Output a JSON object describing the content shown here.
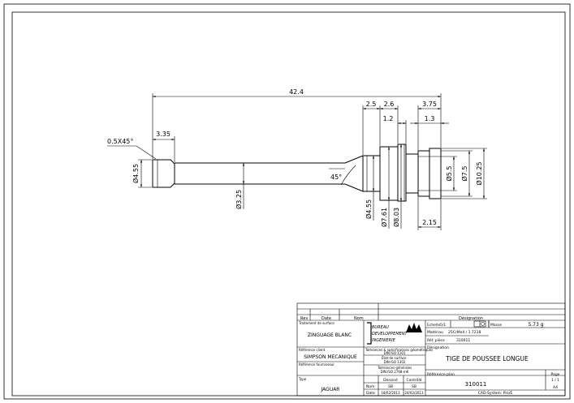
{
  "drawing": {
    "dimensions": {
      "overall_length": "42.4",
      "chamfer_note": "0.5X45°",
      "end_length": "3.35",
      "left_dia": "Ø4.55",
      "shaft_dia": "Ø3.25",
      "cone_angle": "45°",
      "neck_dia": "Ø4.55",
      "d_2_5": "2.5",
      "d_2_6": "2.6",
      "d_3_75": "3.75",
      "d_1_2": "1.2",
      "d_1_3": "1.3",
      "collar_dia_a": "Ø7.61",
      "collar_dia_b": "Ø8.03",
      "head_dia_a": "Ø5.5",
      "head_dia_b": "Ø7.5",
      "head_dia_c": "Ø10.25",
      "d_2_15": "2.15"
    }
  },
  "title_block": {
    "rev_headers": {
      "rev": "Rev",
      "date": "Date",
      "nom": "Nom"
    },
    "designation_header": "Désignation",
    "traitement_label": "Traitement de surface",
    "traitement_value": "ZINGUAGE BLANC",
    "logo_lines": [
      "BUREAU",
      "DEVELOPPEMENT",
      "INGENIERIE"
    ],
    "echelle_label": "Echelle",
    "echelle_value": "5/1",
    "masse_label": "Masse",
    "masse_value": "5.73 g",
    "matiere_label": "Matériau",
    "matiere_value": "25CrMo4 / 1.7218",
    "ref_label": "Réf. pièce",
    "ref_value": "310011",
    "tol_geo_label": "Tolérances & spécifications géométriques",
    "tol_geo_value": "DIN ISO 1101",
    "etat_surface_label": "État de surface",
    "etat_surface_value": "DIN ISO 1302",
    "tol_gen_label": "Tolérances générales",
    "tol_gen_value": "DIN ISO 2768-mK",
    "ref_client_label": "Référence client",
    "ref_client_value": "SIMPSON MECANIQUE",
    "ref_fournisseur_label": "Référence fournisseur",
    "designation_label": "Désignation",
    "designation_value": "TIGE DE POUSSEE LONGUE",
    "type_label": "Type",
    "type_value": "JAGUAR",
    "dessine_label": "Dessiné",
    "controle_label": "Contrôlé",
    "nom_label": "Nom",
    "date_label": "Date",
    "dessine_nom": "SB",
    "controle_nom": "SB",
    "dessine_date": "18/02/2013",
    "controle_date": "24/02/2013",
    "plan_ref_label": "Référence plan",
    "plan_ref_value": "310011",
    "page_label": "Page",
    "page_value": "1 / 1",
    "format_value": "A4",
    "software": "CAD-System: Pro/E"
  }
}
